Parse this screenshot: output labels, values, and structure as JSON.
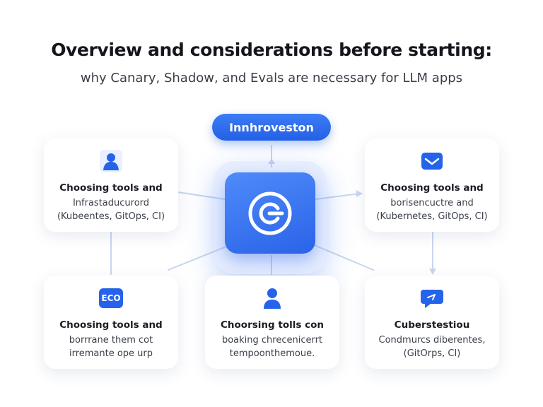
{
  "header": {
    "title": "Overview and considerations before starting:",
    "subtitle": "why Canary, Shadow, and Evals are necessary for LLM apps"
  },
  "top_pill": {
    "label": "Innhroveston"
  },
  "hub": {
    "icon": "circular-c-logo-icon"
  },
  "cards": {
    "top_left": {
      "icon": "person-icon",
      "line1": "Choosing tools and",
      "line2": "Infrastaducurord",
      "line3": "(Kubeentes, GitOps, CI)"
    },
    "top_right": {
      "icon": "envelope-icon",
      "line1": "Choosing tools and",
      "line2": "borisencuctre and",
      "line3": "(Kubernetes, GitOps, CI)"
    },
    "bottom_left": {
      "icon": "eco-badge-icon",
      "badge_text": "ECO",
      "line1": "Choosing tools and",
      "line2": "borrrane them cot",
      "line3": "irremante ope urp"
    },
    "bottom_center": {
      "icon": "user-icon",
      "line1": "Choorsing tolls con",
      "line2": "boaking chrecenicerrt",
      "line3": "tempoonthemoue."
    },
    "bottom_right": {
      "icon": "chat-bubble-icon",
      "line1": "Cuberstestiou",
      "line2": "Condmurcs diberentes,",
      "line3": "(GitOrps, CI)"
    }
  },
  "colors": {
    "accent": "#2563eb",
    "accent_light": "#4f8bfa",
    "connector": "#c9d6ef",
    "card_bg": "#ffffff",
    "text_dark": "#14161c"
  }
}
